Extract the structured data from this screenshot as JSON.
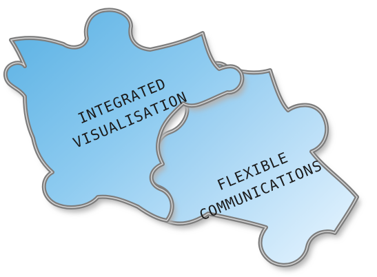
{
  "pieces": [
    {
      "lines": [
        "INTEGRATED",
        "VISUALISATION"
      ]
    },
    {
      "lines": [
        "FLEXIBLE",
        "COMMUNICATIONS"
      ]
    }
  ],
  "colors": {
    "piece_fill_dark": "#4fa8dd",
    "piece_fill_light": "#dcefff",
    "piece_border": "#7d7d7d",
    "shadow": "#b9b9b9",
    "text": "#1c1c1c"
  }
}
